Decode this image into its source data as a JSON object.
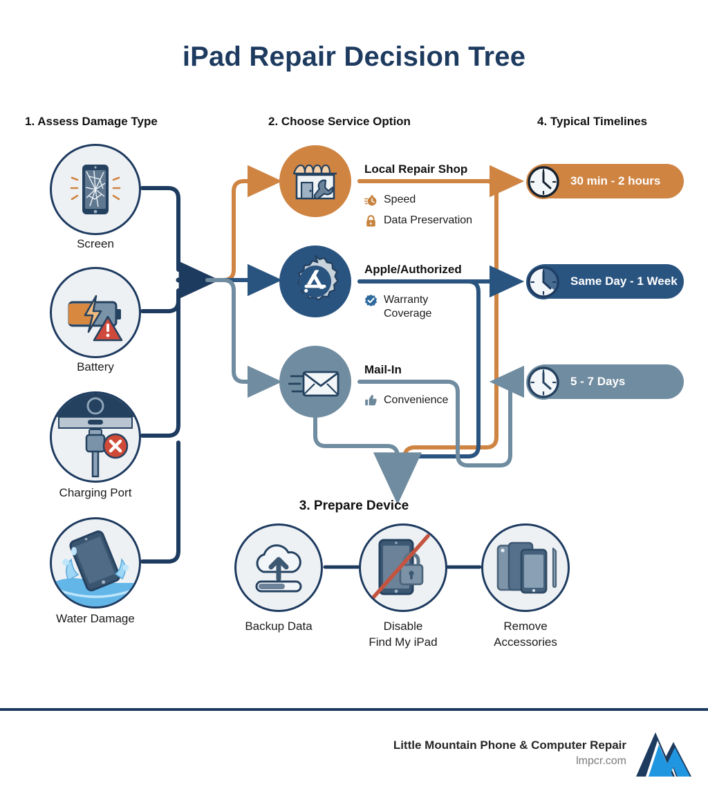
{
  "title": "iPad Repair Decision Tree",
  "colors": {
    "navy": "#1d3a5f",
    "navy_mid": "#2a5480",
    "orange": "#cf8442",
    "slate": "#708ca0",
    "light_fill": "#eef1f4",
    "text": "#1a1a1a",
    "footer_muted": "#7a7a7a"
  },
  "headings": {
    "step1": "1. Assess Damage Type",
    "step2": "2. Choose Service Option",
    "step3": "3. Prepare Device",
    "step4": "4. Typical Timelines"
  },
  "damage_types": [
    {
      "label": "Screen",
      "icon": "cracked-screen-icon"
    },
    {
      "label": "Battery",
      "icon": "battery-warning-icon"
    },
    {
      "label": "Charging Port",
      "icon": "charging-port-icon"
    },
    {
      "label": "Water Damage",
      "icon": "water-damage-icon"
    }
  ],
  "services": [
    {
      "title": "Local Repair Shop",
      "icon": "repair-shop-icon",
      "accent": "#cf8442",
      "benefits": [
        {
          "label": "Speed",
          "icon": "stopwatch-icon"
        },
        {
          "label": "Data Preservation",
          "icon": "lock-icon"
        }
      ]
    },
    {
      "title": "Apple/Authorized",
      "icon": "app-store-gear-icon",
      "accent": "#2a5480",
      "benefits": [
        {
          "label": "Warranty Coverage",
          "icon": "check-badge-icon"
        }
      ]
    },
    {
      "title": "Mail-In",
      "icon": "envelope-icon",
      "accent": "#708ca0",
      "benefits": [
        {
          "label": "Convenience",
          "icon": "thumbs-up-icon"
        }
      ]
    }
  ],
  "timelines": [
    {
      "label": "30 min - 2 hours",
      "color": "#cf8442",
      "icon": "clock-icon"
    },
    {
      "label": "Same Day - 1 Week",
      "color": "#2a5480",
      "icon": "clock-icon"
    },
    {
      "label": "5 - 7 Days",
      "color": "#708ca0",
      "icon": "clock-icon"
    }
  ],
  "prepare_steps": [
    {
      "label": "Backup Data",
      "icon": "cloud-upload-icon"
    },
    {
      "label": "Disable\nFind My iPad",
      "line1": "Disable",
      "line2": "Find My iPad",
      "icon": "find-my-disabled-icon"
    },
    {
      "label": "Remove\nAccessories",
      "line1": "Remove",
      "line2": "Accessories",
      "icon": "accessories-icon"
    }
  ],
  "footer": {
    "company": "Little Mountain Phone & Computer Repair",
    "website": "lmpcr.com",
    "logo": "mountain-logo"
  }
}
